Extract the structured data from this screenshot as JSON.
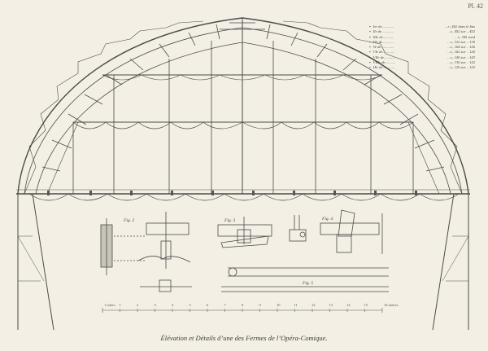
{
  "plate_number": "Pl. 42",
  "caption": "Élévation et Détails d’une des Fermes de l’Opéra-Comique.",
  "legend": [
    {
      "label": "Ier de.............",
      "value": "...r.,  462  dans le bas"
    },
    {
      "label": "IIe de.............",
      "value": "...r.,  452  sur ..  452"
    },
    {
      "label": "IIIe de............",
      "value": "...r.,  345  rond"
    },
    {
      "label": "IVe de.............",
      "value": "...r.,  312  sur ..  130"
    },
    {
      "label": "Ve de..............",
      "value": "...r.,  164  sur ..  126"
    },
    {
      "label": "VIe de.............",
      "value": "...r.,  162  sur ..  126"
    },
    {
      "label": "VIIe de............",
      "value": "...r.,  140  sur ..  143"
    },
    {
      "label": "VIIIe de...........",
      "value": "...r.,  130  sur ..  122"
    },
    {
      "label": "IXe de.............",
      "value": "...r.,  120  sur ..  122"
    }
  ],
  "figures": {
    "fig2": "Fig. 2",
    "fig3": "Fig. 3",
    "fig4": "Fig. 4",
    "fig5": "Fig. 5"
  },
  "scale": {
    "left_label": "1 mètre",
    "right_label": "16 mètres",
    "ticks": [
      "1",
      "2",
      "3",
      "4",
      "5",
      "6",
      "7",
      "8",
      "9",
      "10",
      "11",
      "12",
      "13",
      "14",
      "15"
    ]
  }
}
